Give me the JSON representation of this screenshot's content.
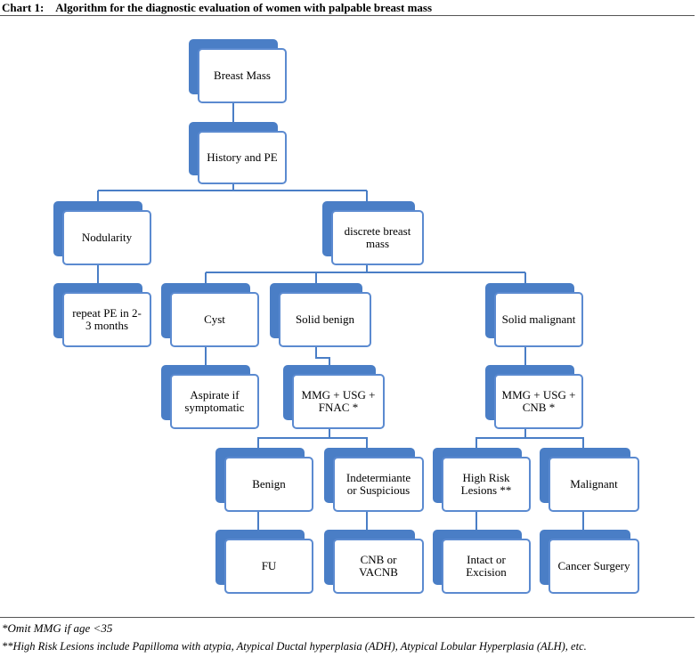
{
  "title": "Chart 1:    Algorithm for the diagnostic evaluation of women with palpable breast mass",
  "nodes": {
    "breast_mass": "Breast Mass",
    "history_pe": "History and PE",
    "nodularity": "Nodularity",
    "discrete_mass": "discrete breast mass",
    "repeat_pe": "repeat PE in 2-3 months",
    "cyst": "Cyst",
    "solid_benign": "Solid benign",
    "solid_malignant": "Solid malignant",
    "aspirate": "Aspirate if symptomatic",
    "mmg_fnac": "MMG + USG + FNAC *",
    "mmg_cnb": "MMG + USG + CNB *",
    "benign": "Benign",
    "indeterminate": "Indetermiante or Suspicious",
    "high_risk": "High Risk Lesions **",
    "malignant": "Malignant",
    "fu": "FU",
    "cnb_vacnb": "CNB or VACNB",
    "intact_excision": "Intact or Excision",
    "cancer_surgery": "Cancer Surgery"
  },
  "footnotes": {
    "omit_mmg": "*Omit MMG if age <35",
    "high_risk_def": "**High Risk Lesions include Papilloma with atypia, Atypical Ductal hyperplasia (ADH), Atypical Lobular Hyperplasia (ALH), etc."
  },
  "colors": {
    "box_back": "#4a7ec6",
    "box_border": "#5b8ad0",
    "connector": "#4a7ec6"
  }
}
